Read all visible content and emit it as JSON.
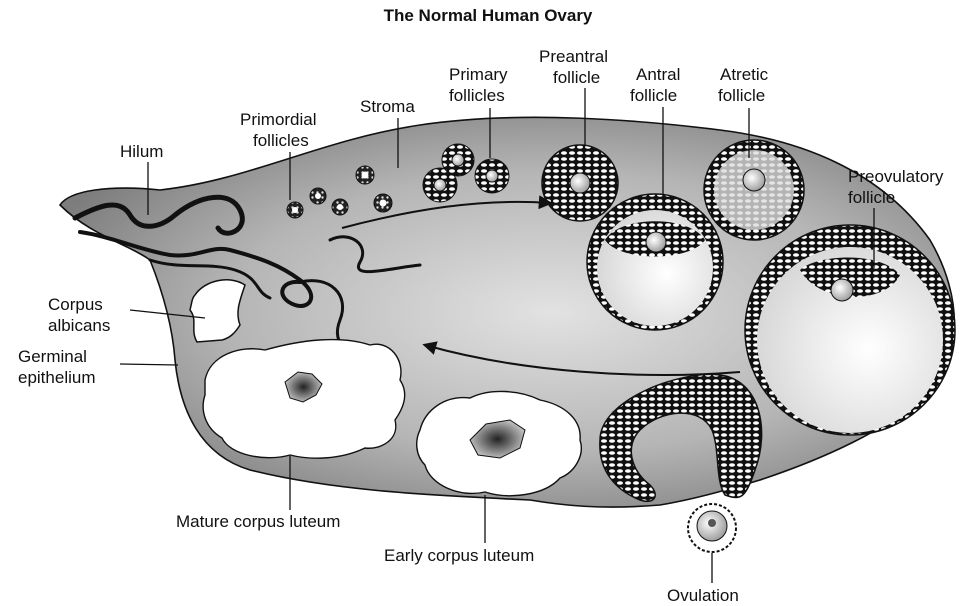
{
  "title": "The Normal Human Ovary",
  "labels": {
    "hilum": "Hilum",
    "primordial_1": "Primordial",
    "primordial_2": "follicles",
    "stroma": "Stroma",
    "primary_1": "Primary",
    "primary_2": "follicles",
    "preantral_1": "Preantral",
    "preantral_2": "follicle",
    "antral_1": "Antral",
    "antral_2": "follicle",
    "atretic_1": "Atretic",
    "atretic_2": "follicle",
    "preovulatory_1": "Preovulatory",
    "preovulatory_2": "follicle",
    "corpus_albicans_1": "Corpus",
    "corpus_albicans_2": "albicans",
    "germinal_1": "Germinal",
    "germinal_2": "epithelium",
    "mature_cl": "Mature corpus luteum",
    "early_cl": "Early corpus luteum",
    "ovulation": "Ovulation"
  },
  "colors": {
    "ovary_fill": "#9a9a9a",
    "outline": "#111111",
    "white_body": "#ffffff"
  }
}
